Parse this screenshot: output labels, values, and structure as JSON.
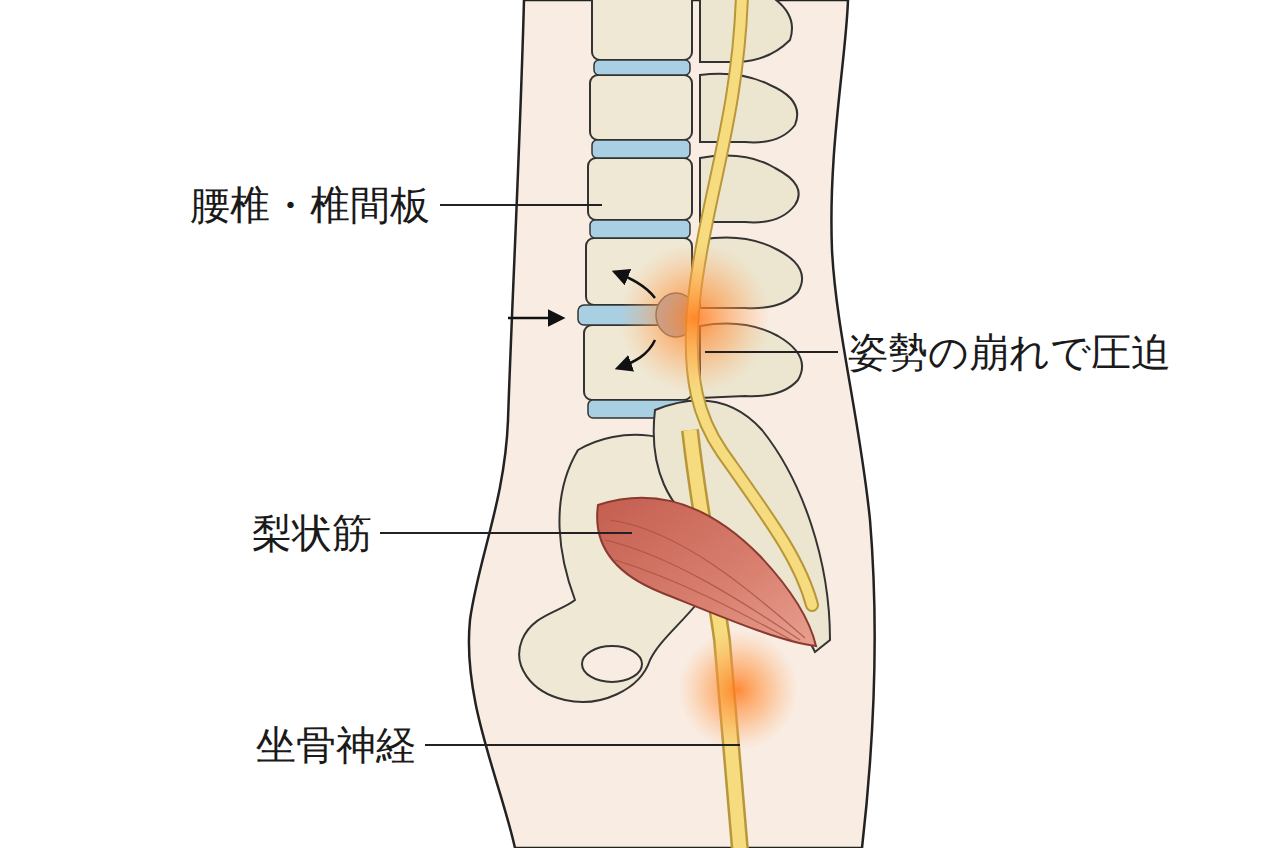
{
  "diagram": {
    "labels": [
      "腰椎・椎間板",
      "姿勢の崩れで圧迫",
      "梨状筋",
      "坐骨神経"
    ]
  }
}
